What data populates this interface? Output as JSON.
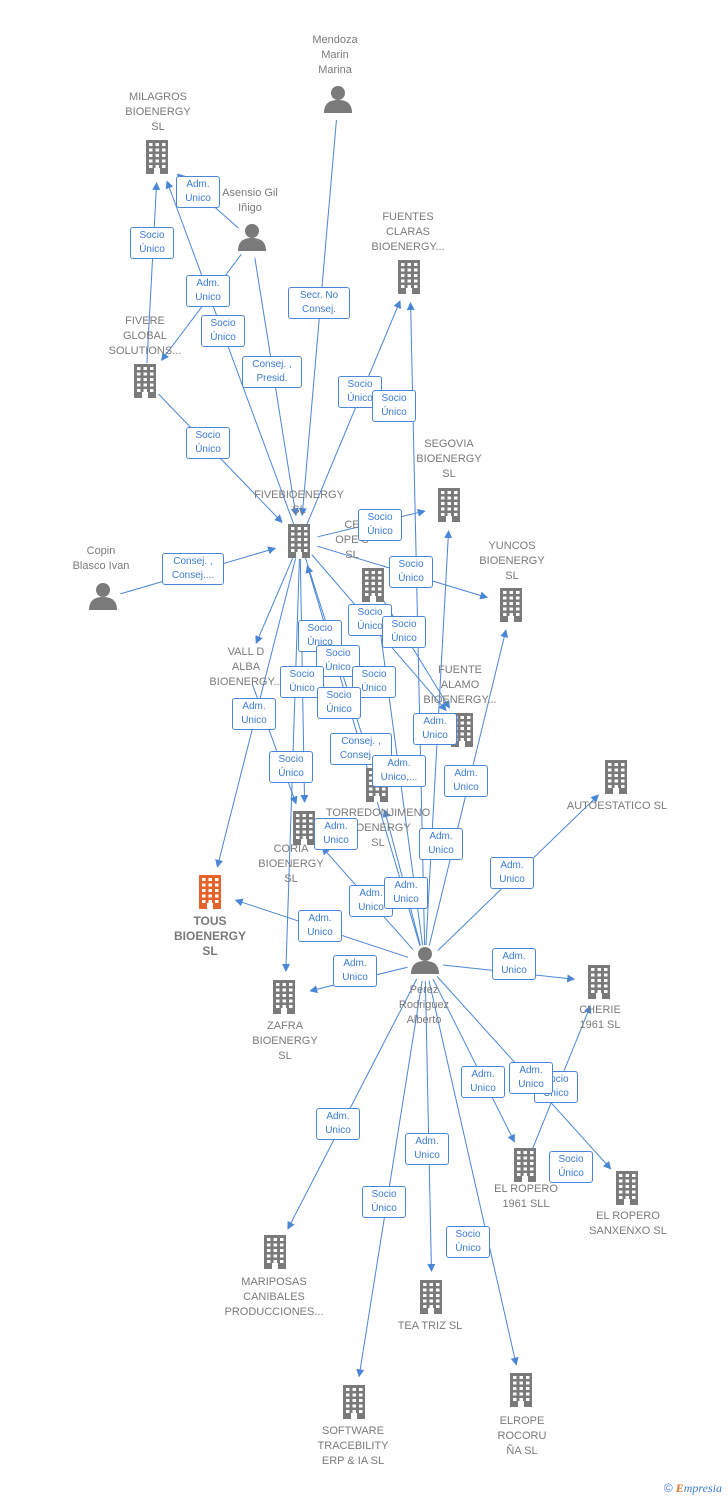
{
  "colors": {
    "edge": "#4a86d6",
    "node": "#7a7a7a",
    "highlight": "#e8632a",
    "tag_text": "#3b7bd4"
  },
  "nodes": [
    {
      "id": "mendoza",
      "label": "Mendoza\nMarin\nMarina",
      "type": "person"
    },
    {
      "id": "milagros",
      "label": "MILAGROS\nBIOENERGY\nSL",
      "type": "company"
    },
    {
      "id": "asensio",
      "label": "Asensio Gil\nIñigo",
      "type": "person"
    },
    {
      "id": "fuentes",
      "label": "FUENTES\nCLARAS\nBIOENERGY...",
      "type": "company"
    },
    {
      "id": "fivere",
      "label": "FIVERE\nGLOBAL\nSOLUTIONS...",
      "type": "company"
    },
    {
      "id": "fivebio",
      "label": "FIVEBIOENERGY\nSL",
      "type": "company"
    },
    {
      "id": "segovia",
      "label": "SEGOVIA\nBIOENERGY\nSL",
      "type": "company"
    },
    {
      "id": "copin",
      "label": "Copin\nBlasco Ivan",
      "type": "person"
    },
    {
      "id": "ceop",
      "label": "CE\nOPE      S\nSL",
      "type": "company"
    },
    {
      "id": "yuncos",
      "label": "YUNCOS\nBIOENERGY\nSL",
      "type": "company"
    },
    {
      "id": "vall",
      "label": "VALL D\nALBA\nBIOENERGY...",
      "type": "company"
    },
    {
      "id": "fuente",
      "label": "FUENTE\nALAMO\nBIOENERGY...",
      "type": "company"
    },
    {
      "id": "autoest",
      "label": "AUTOESTATICO SL",
      "type": "company"
    },
    {
      "id": "torre",
      "label": "TORREDONJIMENO\nBIOENERGY\nSL",
      "type": "company"
    },
    {
      "id": "coria",
      "label": "CORIA\nBIOENERGY\nSL",
      "type": "company"
    },
    {
      "id": "tous",
      "label": "TOUS\nBIOENERGY\nSL",
      "type": "company",
      "highlight": true
    },
    {
      "id": "perez",
      "label": "Perez\nRodriguez\nAlberto",
      "type": "person"
    },
    {
      "id": "zafra",
      "label": "ZAFRA\nBIOENERGY\nSL",
      "type": "company"
    },
    {
      "id": "cherie",
      "label": "CHERIE\n1961  SL",
      "type": "company"
    },
    {
      "id": "ropero1961",
      "label": "EL ROPERO\n1961  SLL",
      "type": "company"
    },
    {
      "id": "roperosanx",
      "label": "EL ROPERO\nSANXENXO  SL",
      "type": "company"
    },
    {
      "id": "mariposas",
      "label": "MARIPOSAS\nCANIBALES\nPRODUCCIONES...",
      "type": "company"
    },
    {
      "id": "teatriz",
      "label": "TEA TRIZ  SL",
      "type": "company"
    },
    {
      "id": "software",
      "label": "SOFTWARE\nTRACEBILITY\nERP & IA  SL",
      "type": "company"
    },
    {
      "id": "elrope",
      "label": "ELROPE\nROCORU\nÑA  SL",
      "type": "company"
    }
  ],
  "tags": [
    {
      "text": "Adm.\nUnico"
    },
    {
      "text": "Socio\nÚnico"
    },
    {
      "text": "Adm.\nUnico"
    },
    {
      "text": "Secr.  No\nConsej."
    },
    {
      "text": "Socio\nÚnico"
    },
    {
      "text": "Consej. ,\nPresid."
    },
    {
      "text": "Socio\nÚnico"
    },
    {
      "text": "Socio\nÚnico"
    },
    {
      "text": "Socio\nÚnico"
    },
    {
      "text": "Consej. ,\nConsej...."
    },
    {
      "text": "Socio\nÚnico"
    },
    {
      "text": "Socio\nÚnico"
    },
    {
      "text": "Socio\nÚnico"
    },
    {
      "text": "Socio\nÚnico"
    },
    {
      "text": "Socio\nÚnico"
    },
    {
      "text": "Socio\nÚnico"
    },
    {
      "text": "Socio\nÚnico"
    },
    {
      "text": "Socio\nÚnico"
    },
    {
      "text": "Socio\nÚnico"
    },
    {
      "text": "Adm.\nUnico"
    },
    {
      "text": "Socio\nÚnico"
    },
    {
      "text": "Consej. ,\nConsej...."
    },
    {
      "text": "Adm.\nUnico,..."
    },
    {
      "text": "Adm.\nUnico"
    },
    {
      "text": "Adm.\nUnico"
    },
    {
      "text": "Adm.\nUnico"
    },
    {
      "text": "Adm.\nUnico"
    },
    {
      "text": "Adm.\nUnico"
    },
    {
      "text": "Adm.\nUnico"
    },
    {
      "text": "Adm.\nUnico"
    },
    {
      "text": "Adm.\nUnico"
    },
    {
      "text": "Adm.\nUnico"
    },
    {
      "text": "Adm.\nUnico"
    },
    {
      "text": "Adm.\nUnico"
    },
    {
      "text": "Socio\nÚnico"
    },
    {
      "text": "Socio\nÚnico"
    },
    {
      "text": "Adm.\nUnico"
    },
    {
      "text": "Adm.\nUnico"
    },
    {
      "text": "Adm.\nUnico"
    },
    {
      "text": "Socio\nÚnico"
    },
    {
      "text": "Socio\nÚnico"
    }
  ],
  "logo": {
    "copyright": "©",
    "brand_initial": "E",
    "brand_rest": "mpresia"
  }
}
